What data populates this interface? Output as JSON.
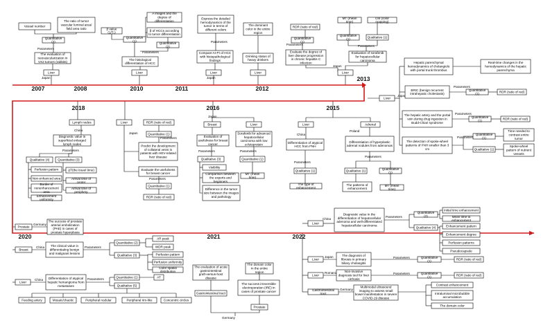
{
  "years": [
    "2007",
    "2008",
    "2010",
    "2011",
    "2012",
    "2013",
    "2015",
    "2016",
    "2018",
    "2020",
    "2021",
    "2022"
  ],
  "labels": {
    "parameters": "Parameters",
    "japan": "Japan",
    "china": "China",
    "poland": "Poland",
    "germany": "Germany",
    "romania": "Romania"
  },
  "nodes": {
    "vessel_number": "Vessel number",
    "tumor_vascular_ratio": "The ratio of tumor vascular luminal area/ field area ratio",
    "q2007": "Quantitative (2)",
    "eval_neovasc": "The evaluation of neovascularization in VX2 tumors (rabbits)",
    "liver2007": "Liver",
    "beta": "β value (1/T₁)",
    "q2008a": "Quantitative (1)",
    "a_images_degree": "A images and the degree of differentiation",
    "beta_hcc": "β of HCCs according to tumor differentiation",
    "q2008b": "Quantitative (2)",
    "hist_diff_hcc": "The histological differentiation of HCC",
    "liver2008": "Liver",
    "express_hemo": "Express the detailed hemodynamics of the tumor in terms of different colors",
    "compare_hcc": "Compare AI-PI of HCC with histopathological findings",
    "liver2010": "Liver",
    "dominant_color": "The dominant color in the entire region",
    "drinking_status": "Drinking status of heavy drinkers",
    "liver2011": "Liver",
    "rdr2012": "RDR (ratio of red)",
    "q2012a": "Quantitative (1)",
    "eval_liver_degree": "Evaluate the degree of liver disease progression in chronic hepatitis C infection",
    "mt2012": "MT (mean time)",
    "cm2012": "CM (color mapping)",
    "q2012b": "Quantitative (1)",
    "q2012c": "Qualitative (1)",
    "eval_sorafenib": "Evaluation of sorafenib for hepatocellular carcinoma",
    "liver2012": "Liver",
    "liver2013": "Liver",
    "hep_parenchymal": "Hepatic parenchymal hemodynamics of cholangiolo with portal trunk thrombus",
    "realtime_changes": "Real-time changes in the hemodynamics of the hepatic parenchyma",
    "brie": "BRIC (benign recurrent intrahepatic cholestasis)",
    "q2013a": "Quantitative (1)",
    "rdr2013a": "RDR (ratio of red)",
    "hepatic_artery": "The hepatic artery and the portal vein during drug ingestion in Budd-Chiari syndrome",
    "q2013b": "Quantitative (1)",
    "rdr2013b": "RDR (ratio of red)",
    "detection_spoke": "The detection of spoke-wheel patterns of FNH smaller than 3 cm",
    "q2013c": "Quantitative (1)",
    "time_needed": "Time needed to contrast entire tumor",
    "q2013d": "Qualitative (1)",
    "spoke_wheel": "Spoke-wheel pattern of nutrient vessels",
    "lymph_nodes": "Lymph nodes",
    "liver2018": "Liver",
    "diag_lymph": "Diagnostic value in superficial enlarged lymph nodes",
    "q2018a": "Qualitative (4)",
    "perfusion2018": "Perfusion pattern",
    "nonenhanced": "Non-enhanced area",
    "border_nonenh": "Border of nonenhancement area",
    "enh_uniformity": "Enhancement uniformity",
    "q2018b": "Quantitative (3)",
    "delta_t": "ΔT(the travel time)",
    "arrival_center": "Arrival time of center",
    "arrival_periphery": "Arrival time of periphery",
    "rdr2018a": "RDR (ratio of red)",
    "q2018c": "Quantitative (1)",
    "predict_collateral": "Predict the development of collateral veins in patients with HEV-related liver disease",
    "eval_breast": "Evaluate the usefulness for breast cancer",
    "q2018d": "Quantitative (1)",
    "rdr2018b": "RDR (ratio of red)",
    "breast2016": "Breast",
    "liver2016a": "Liver",
    "eval_breast_cancer": "Evaluation of usefulness for breast cancer",
    "q2016a": "Qualitative (3)",
    "visibility": "Visibility",
    "compare_experts": "Comparison between the experts and beginners",
    "diff_size": "Difference in the tumor size between the images and pathology",
    "sorafenib_hcc": "Sorafenib for advanced hepatocellular carcinoma with low α-fetoprotein",
    "q2016b": "Quantitative (1)",
    "mt2016": "MT (mean time)",
    "liver2015": "Liver",
    "adrenal": "Adrenal",
    "diff_hcc_fnh": "Differentiation of atypical HCC from FNH",
    "diff_adrenal": "Differentiation of hyperplastic adrenal nodules from adenomas",
    "q2015a": "Qualitative (1)",
    "enh_type": "The type of enhancement",
    "q2015b": "Qualitative (1)",
    "patterns_enh": "The patterns of enhancement",
    "q2015c": "Quantitative (1)",
    "mt2015": "MT (mean time)",
    "prostate": "Prostate",
    "success_prostate": "The success of prostate arterial embolization (PAE) in cases of prostate hyperplasia",
    "breast2020": "Breast",
    "clinical_value": "The clinical value in differentiating benign and malignant lesions",
    "q2020a": "Quantitative (2)",
    "ar_peak": "AR peak",
    "wdr_peak": "WDR peak",
    "q2020b": "Qualitative (3)",
    "perf_pattern2020": "Perfusion pattern",
    "perf_uniformity": "Perfusion uniformity",
    "color_spatial": "Color spatial distribution",
    "liver2020": "Liver",
    "diff_hemangioma": "Differentiation of atypical hepatic hemangioma from metastases",
    "q2020c": "Quantitative (1)",
    "at": "AT",
    "q2020d": "Qualitative (5)",
    "feeding_artery": "Feeding artery",
    "mosaic": "Mosaic/chaotic",
    "peripheral_nodular": "Peripheral nodular",
    "peripheral_rim": "Peripheral rim-like",
    "concentric": "Concentric circles",
    "eval_acute": "The evaluation of acute gastrointestinal graft-versus-host disease",
    "gi2021": "Gastrointestinal tract",
    "domain_color2021": "The domain color in the entire region",
    "success_irreversible": "The success irreversible electroporation (IRE) in cases of prostate cancer",
    "prostate2021": "Prostate",
    "liver2022a": "Liver",
    "diag_hep_adenoma": "Diagnostic value in the differentiation of hepatocellular adenoma and well-differentiated hepatocellular carcinoma",
    "q2022a": "Quantitative (2)",
    "initial_enh": "Initial time enhancement",
    "mean_time_enh": "Mean time to enhancement",
    "q2022b": "Qualitative (4)",
    "enh_pattern": "Enhancement pattern",
    "enh_degree": "Enhancement degree",
    "perf_patterns2022": "Perfusion patterns",
    "pseudocapsule": "Pseudocapsule",
    "liver2022b": "Liver",
    "diag_fibrosis": "The diagnosis of fibrosis in primary biliary cholangitis",
    "q2022c": "Quantitative (1)",
    "rdr2022a": "RDR (ratio of red)",
    "liver2022c": "Liver",
    "noninvasive": "Non-invasive diagnosis tool for liver cirrhosis",
    "q2022d": "Quantitative (1)",
    "rdr2022b": "RDR (ratio of red)",
    "gi2022": "Gastrointestinal tract",
    "multimodal": "Multimodal ultrasound imaging to assess small bowel manifestation in severe COVID-19 disease",
    "contrast_enh": "Contrast enhancement",
    "intraluminal": "Intraluminal microbubble accumulation",
    "domain_color2022": "The domain color"
  }
}
